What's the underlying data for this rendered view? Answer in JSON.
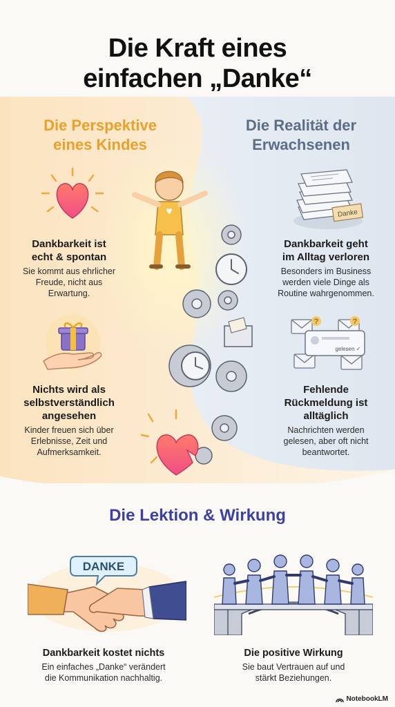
{
  "title": {
    "line1": "Die Kraft eines",
    "line2": "einfachen „Danke“"
  },
  "child": {
    "heading_line1": "Die Perspektive",
    "heading_line2": "eines Kindes",
    "items": [
      {
        "title_line1": "Dankbarkeit ist",
        "title_line2": "echt & spontan",
        "text_line1": "Sie kommt aus ehrlicher",
        "text_line2": "Freude, nicht aus",
        "text_line3": "Erwartung.",
        "icon": "heart-icon"
      },
      {
        "title_line1": "Nichts wird als",
        "title_line2": "selbstverständlich",
        "title_line3": "angesehen",
        "text_line1": "Kinder freuen sich über",
        "text_line2": "Erlebnisse, Zeit und",
        "text_line3": "Aufmerksamkeit.",
        "icon": "gift-in-hand-icon"
      }
    ]
  },
  "adult": {
    "heading_line1": "Die Realität der",
    "heading_line2": "Erwachsenen",
    "items": [
      {
        "title_line1": "Dankbarkeit geht",
        "title_line2": "im Alltag verloren",
        "text_line1": "Besonders im Business",
        "text_line2": "werden viele Dinge als",
        "text_line3": "Routine wahrgenommen.",
        "icon": "paper-stack-icon",
        "note_label": "Danke"
      },
      {
        "title_line1": "Fehlende",
        "title_line2": "Rückmeldung ist",
        "title_line3": "alltäglich",
        "text_line1": "Nachrichten werden",
        "text_line2": "gelesen, aber oft nicht",
        "text_line3": "beantwortet.",
        "icon": "unanswered-messages-icon",
        "message_status": "gelesen ✓"
      }
    ]
  },
  "lesson": {
    "heading": "Die Lektion & Wirkung",
    "items": [
      {
        "title": "Dankbarkeit kostet nichts",
        "text_line1": "Ein einfaches „Danke“ verändert",
        "text_line2": "die Kommunikation nachhaltig.",
        "bubble_label": "DANKE",
        "icon": "handshake-icon"
      },
      {
        "title": "Die positive Wirkung",
        "text_line1": "Sie baut Vertrauen auf und",
        "text_line2": "stärkt Beziehungen.",
        "icon": "people-on-bridge-icon"
      }
    ]
  },
  "footer": {
    "brand": "NotebookLM"
  },
  "colors": {
    "warm_accent": "#e8a12a",
    "cool_accent": "#5b6e86",
    "lesson_accent": "#3b3fa6"
  }
}
